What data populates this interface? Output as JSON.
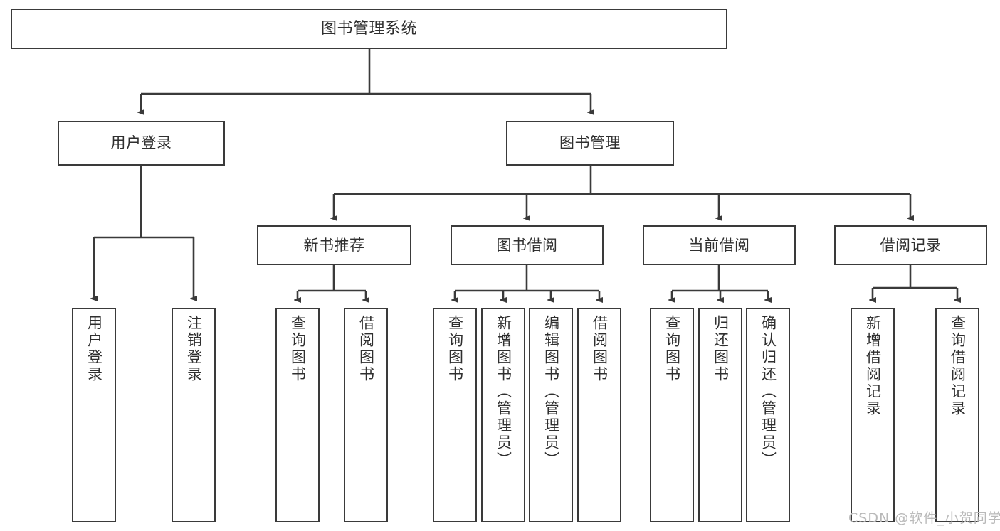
{
  "diagram": {
    "title": "图书管理系统",
    "type": "hierarchy-tree",
    "orientation": "top-down",
    "colors": {
      "stroke": "#3a3a3a",
      "text": "#2f2f2f",
      "background": "#ffffff",
      "watermark": "#b9b9b9"
    },
    "root": {
      "label": "图书管理系统"
    },
    "level2": [
      {
        "label": "用户登录"
      },
      {
        "label": "图书管理"
      }
    ],
    "level3": [
      {
        "label": "新书推荐"
      },
      {
        "label": "图书借阅"
      },
      {
        "label": "当前借阅"
      },
      {
        "label": "借阅记录"
      }
    ],
    "leaves": {
      "user_login": [
        {
          "label": "用户登录"
        },
        {
          "label": "注销登录"
        }
      ],
      "new_book_recommend": [
        {
          "label": "查询图书"
        },
        {
          "label": "借阅图书"
        }
      ],
      "book_borrow": [
        {
          "label": "查询图书"
        },
        {
          "label": "新增图书（管理员）"
        },
        {
          "label": "编辑图书（管理员）"
        },
        {
          "label": "借阅图书"
        }
      ],
      "current_borrow": [
        {
          "label": "查询图书"
        },
        {
          "label": "归还图书"
        },
        {
          "label": "确认归还（管理员）"
        }
      ],
      "borrow_record": [
        {
          "label": "新增借阅记录"
        },
        {
          "label": "查询借阅记录"
        }
      ]
    }
  },
  "watermark": {
    "text": "CSDN @软件_小贺同学"
  }
}
